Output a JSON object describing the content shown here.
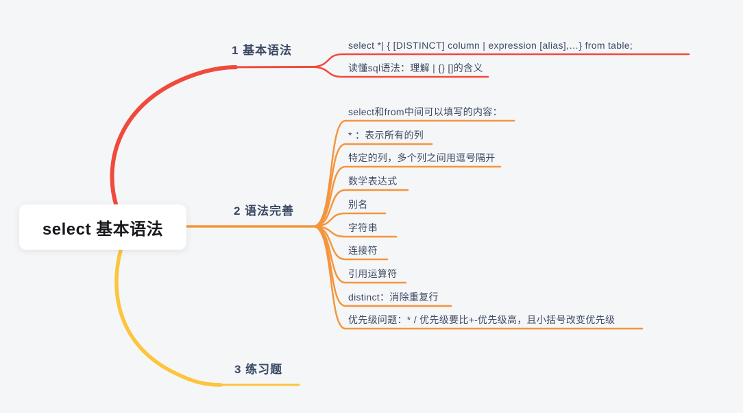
{
  "background": "#f5f6f7",
  "root": {
    "label": "select 基本语法"
  },
  "branches": [
    {
      "label": "1 基本语法",
      "color": "#f04a3d",
      "children": [
        "select *| { [DISTINCT] column | expression [alias],…} from table;",
        "读懂sql语法：理解 | {} []的含义"
      ]
    },
    {
      "label": "2 语法完善",
      "color": "#f4953d",
      "children": [
        "select和from中间可以填写的内容：",
        "* ：表示所有的列",
        "特定的列，多个列之间用逗号隔开",
        "数学表达式",
        "别名",
        "字符串",
        "连接符",
        "引用运算符",
        "distinct：消除重复行",
        "优先级问题：* / 优先级要比+-优先级高，且小括号改变优先级"
      ]
    },
    {
      "label": "3 练习题",
      "color": "#fbc53d",
      "children": []
    }
  ],
  "colors": {
    "branch1": "#f04a3d",
    "branch2": "#f4953d",
    "branch3": "#fbc53d",
    "topic_text": "#3e4b66",
    "root_text": "#17191d",
    "canvas": "#f5f6f7"
  }
}
